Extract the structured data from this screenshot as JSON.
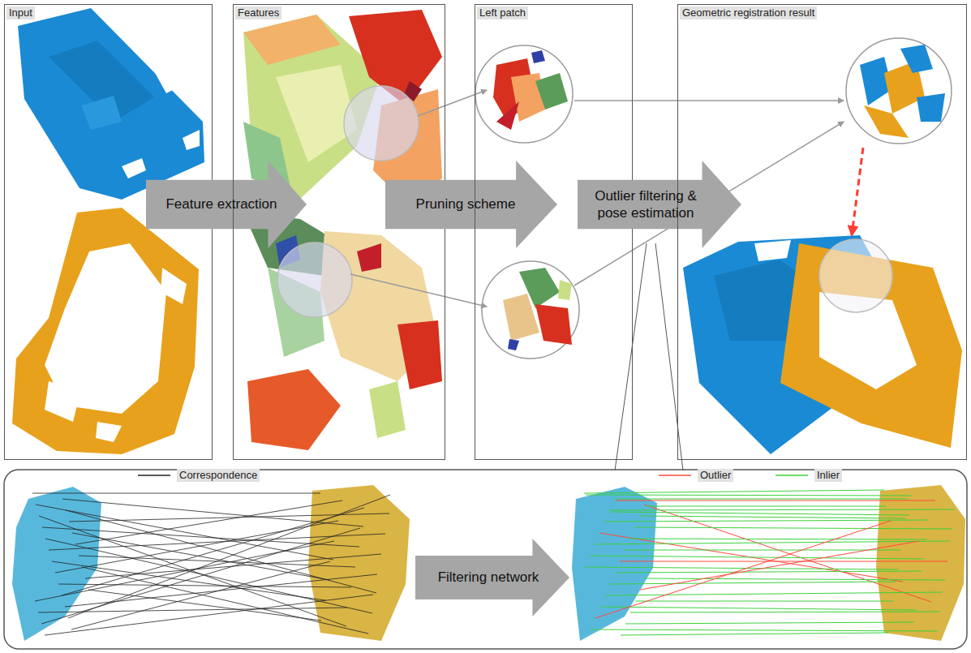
{
  "diagram": {
    "nodes": [
      {
        "text": [
          "Input"
        ]
      },
      {
        "text": [
          "Feature extraction"
        ]
      },
      {
        "text": [
          "Features"
        ]
      },
      {
        "text": [
          "Pruning scheme"
        ]
      },
      {
        "text": [
          "Left patch"
        ]
      },
      {
        "text": [
          "Outlier filtering & pose estimation"
        ]
      },
      {
        "text": [
          "Geometric registration result"
        ]
      },
      {
        "text": [
          "Filtering network"
        ]
      }
    ],
    "legend": [
      {
        "text": "Correspondence"
      },
      {
        "text": "Outlier"
      },
      {
        "text": "Inlier"
      }
    ]
  }
}
